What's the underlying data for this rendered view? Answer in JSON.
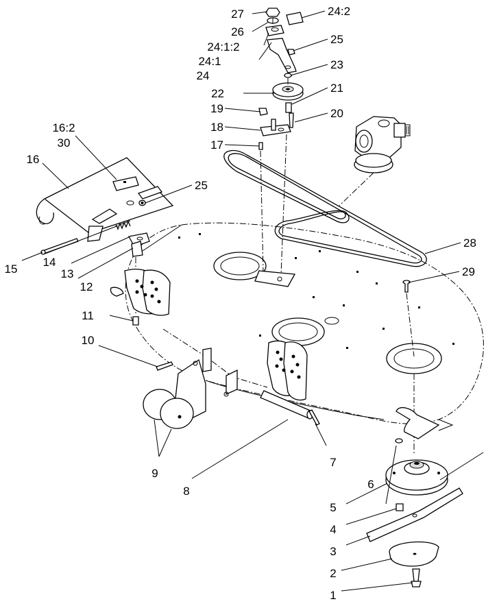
{
  "callouts": [
    {
      "id": "c27",
      "text": "27"
    },
    {
      "id": "c26",
      "text": "26"
    },
    {
      "id": "c24_2",
      "text": "24:2"
    },
    {
      "id": "c24_1_2",
      "text": "24:1:2"
    },
    {
      "id": "c24_1",
      "text": "24:1"
    },
    {
      "id": "c24",
      "text": "24"
    },
    {
      "id": "c25a",
      "text": "25"
    },
    {
      "id": "c23",
      "text": "23"
    },
    {
      "id": "c22",
      "text": "22"
    },
    {
      "id": "c21",
      "text": "21"
    },
    {
      "id": "c19",
      "text": "19"
    },
    {
      "id": "c20",
      "text": "20"
    },
    {
      "id": "c18",
      "text": "18"
    },
    {
      "id": "c17",
      "text": "17"
    },
    {
      "id": "c16_2",
      "text": "16:2"
    },
    {
      "id": "c30",
      "text": "30"
    },
    {
      "id": "c16",
      "text": "16"
    },
    {
      "id": "c25b",
      "text": "25"
    },
    {
      "id": "c28",
      "text": "28"
    },
    {
      "id": "c15",
      "text": "15"
    },
    {
      "id": "c14",
      "text": "14"
    },
    {
      "id": "c13",
      "text": "13"
    },
    {
      "id": "c12",
      "text": "12"
    },
    {
      "id": "c29",
      "text": "29"
    },
    {
      "id": "c11",
      "text": "11"
    },
    {
      "id": "c10",
      "text": "10"
    },
    {
      "id": "c7",
      "text": "7"
    },
    {
      "id": "c9",
      "text": "9"
    },
    {
      "id": "c6",
      "text": "6"
    },
    {
      "id": "c8",
      "text": "8"
    },
    {
      "id": "c5",
      "text": "5"
    },
    {
      "id": "c4",
      "text": "4"
    },
    {
      "id": "c3",
      "text": "3"
    },
    {
      "id": "c2",
      "text": "2"
    },
    {
      "id": "c1",
      "text": "1"
    }
  ]
}
